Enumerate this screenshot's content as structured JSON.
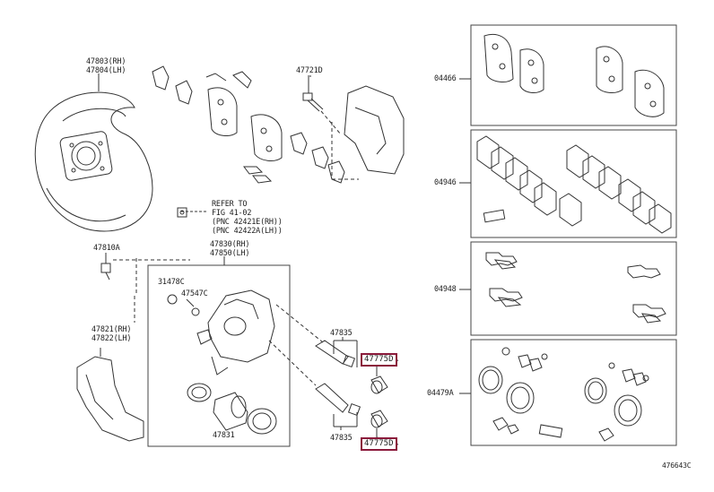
{
  "diagram": {
    "figure_id": "476643C",
    "labels": {
      "p47803": "47803(RH)",
      "p47804": "47804(LH)",
      "p47721D": "47721D",
      "refer1": "REFER TO",
      "refer2": "FIG 41-02",
      "refer3": "(PNC 42421E(RH))",
      "refer4": "(PNC 42422A(LH))",
      "p47810A": "47810A",
      "p47830": "47830(RH)",
      "p47850": "47850(LH)",
      "p31478C": "31478C",
      "p47547C": "47547C",
      "p47821": "47821(RH)",
      "p47822": "47822(LH)",
      "p47835a": "47835",
      "p47835b": "47835",
      "p47831": "47831",
      "p04466": "04466",
      "p04946": "04946",
      "p04948": "04948",
      "p04479A": "04479A"
    },
    "highlighted": {
      "top": "47775D",
      "bottom": "47775D"
    }
  }
}
